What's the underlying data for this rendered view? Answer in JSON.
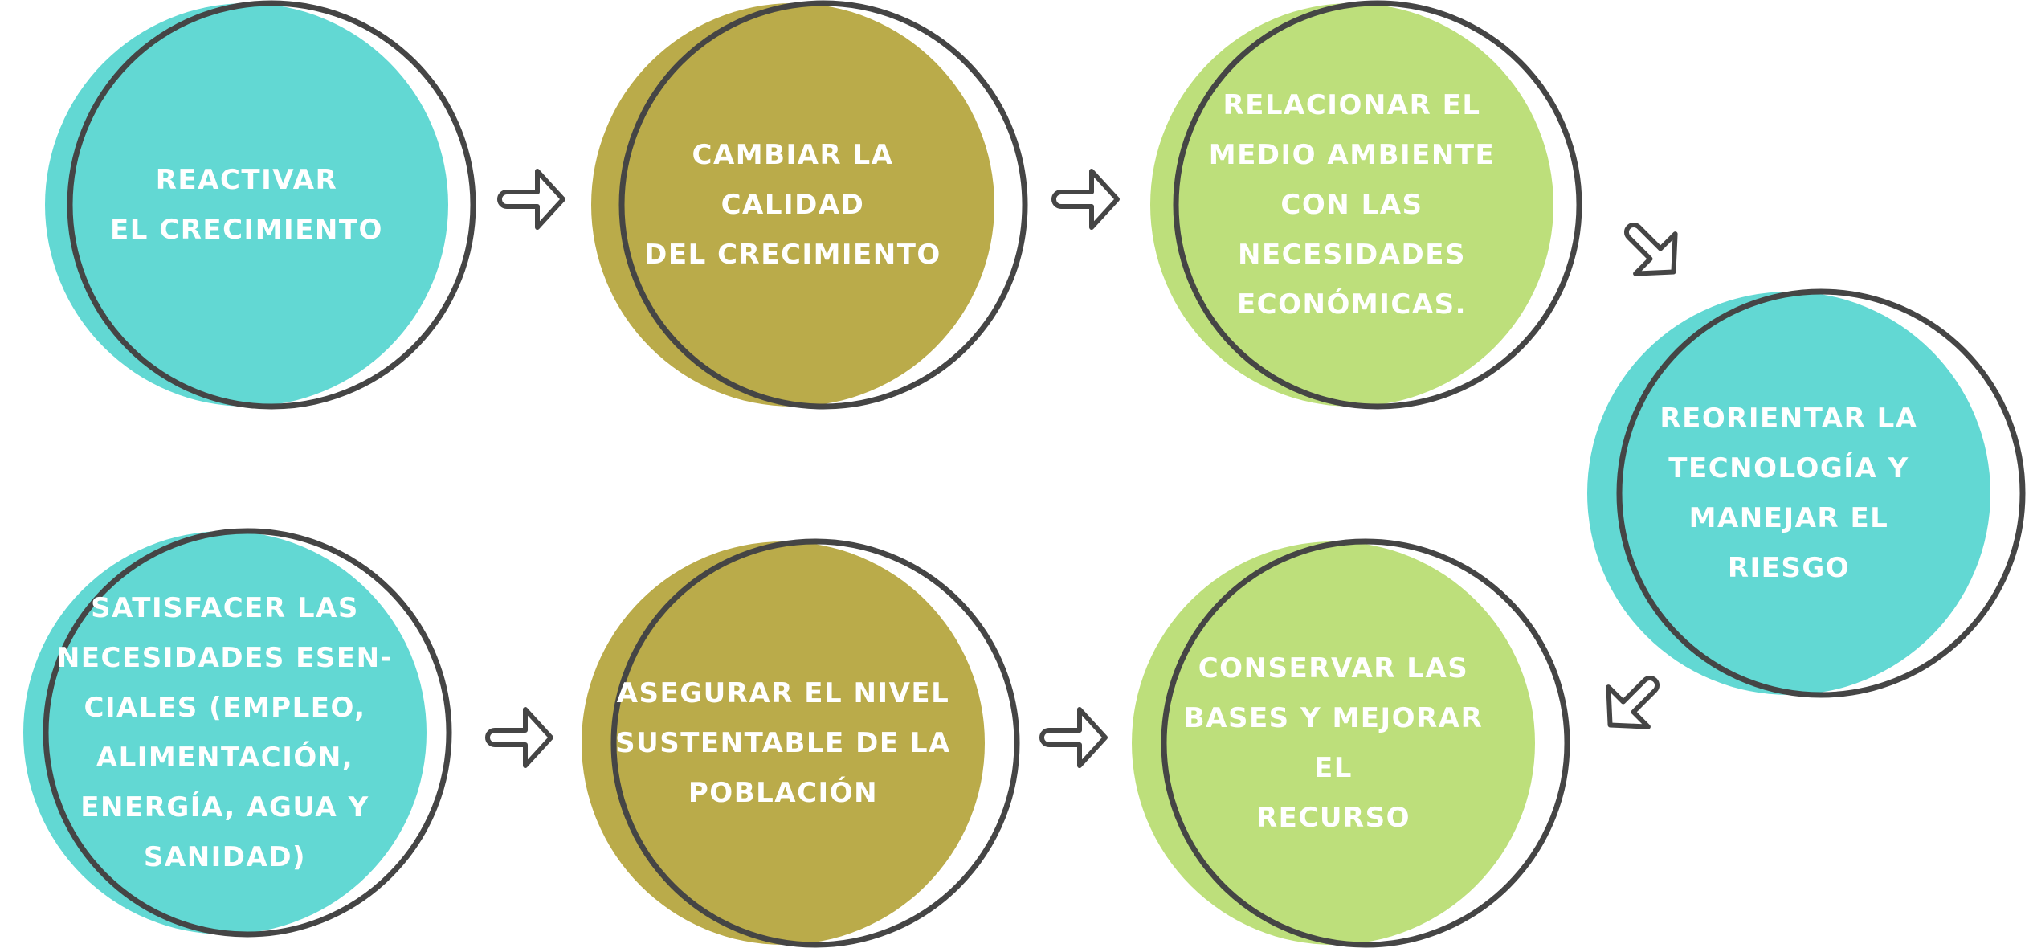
{
  "colors": {
    "teal": "#62d8d3",
    "olive": "#baab4a",
    "lime": "#bddf7b",
    "outline": "#454545",
    "text": "#ffffff",
    "arrow_fill": "#ffffff"
  },
  "nodes": [
    {
      "id": "reactivar",
      "color": "teal",
      "text": "REACTIVAR\nEL CRECIMIENTO"
    },
    {
      "id": "cambiar",
      "color": "olive",
      "text": "CAMBIAR LA\nCALIDAD\nDEL CRECIMIENTO"
    },
    {
      "id": "relacionar",
      "color": "lime",
      "text": "RELACIONAR EL\nMEDIO AMBIENTE\nCON LAS\nNECESIDADES\nECONÓMICAS."
    },
    {
      "id": "reorientar",
      "color": "teal",
      "text": "REORIENTAR LA\nTECNOLOGÍA Y\nMANEJAR EL\nRIESGO"
    },
    {
      "id": "conservar",
      "color": "lime",
      "text": "CONSERVAR LAS\nBASES Y MEJORAR EL\nRECURSO"
    },
    {
      "id": "asegurar",
      "color": "olive",
      "text": "ASEGURAR EL NIVEL\nSUSTENTABLE DE LA\nPOBLACIÓN"
    },
    {
      "id": "satisfacer",
      "color": "teal",
      "text": "SATISFACER LAS\nNECESIDADES ESEN-\nCIALES (EMPLEO,\nALIMENTACIÓN,\nENERGÍA, AGUA Y\nSANIDAD)"
    }
  ],
  "arrows": [
    {
      "from": "reactivar",
      "to": "cambiar",
      "direction": "right"
    },
    {
      "from": "cambiar",
      "to": "relacionar",
      "direction": "right"
    },
    {
      "from": "relacionar",
      "to": "reorientar",
      "direction": "down-right"
    },
    {
      "from": "reorientar",
      "to": "conservar",
      "direction": "down-left"
    },
    {
      "from": "satisfacer",
      "to": "asegurar",
      "direction": "right"
    },
    {
      "from": "asegurar",
      "to": "conservar",
      "direction": "right"
    }
  ]
}
